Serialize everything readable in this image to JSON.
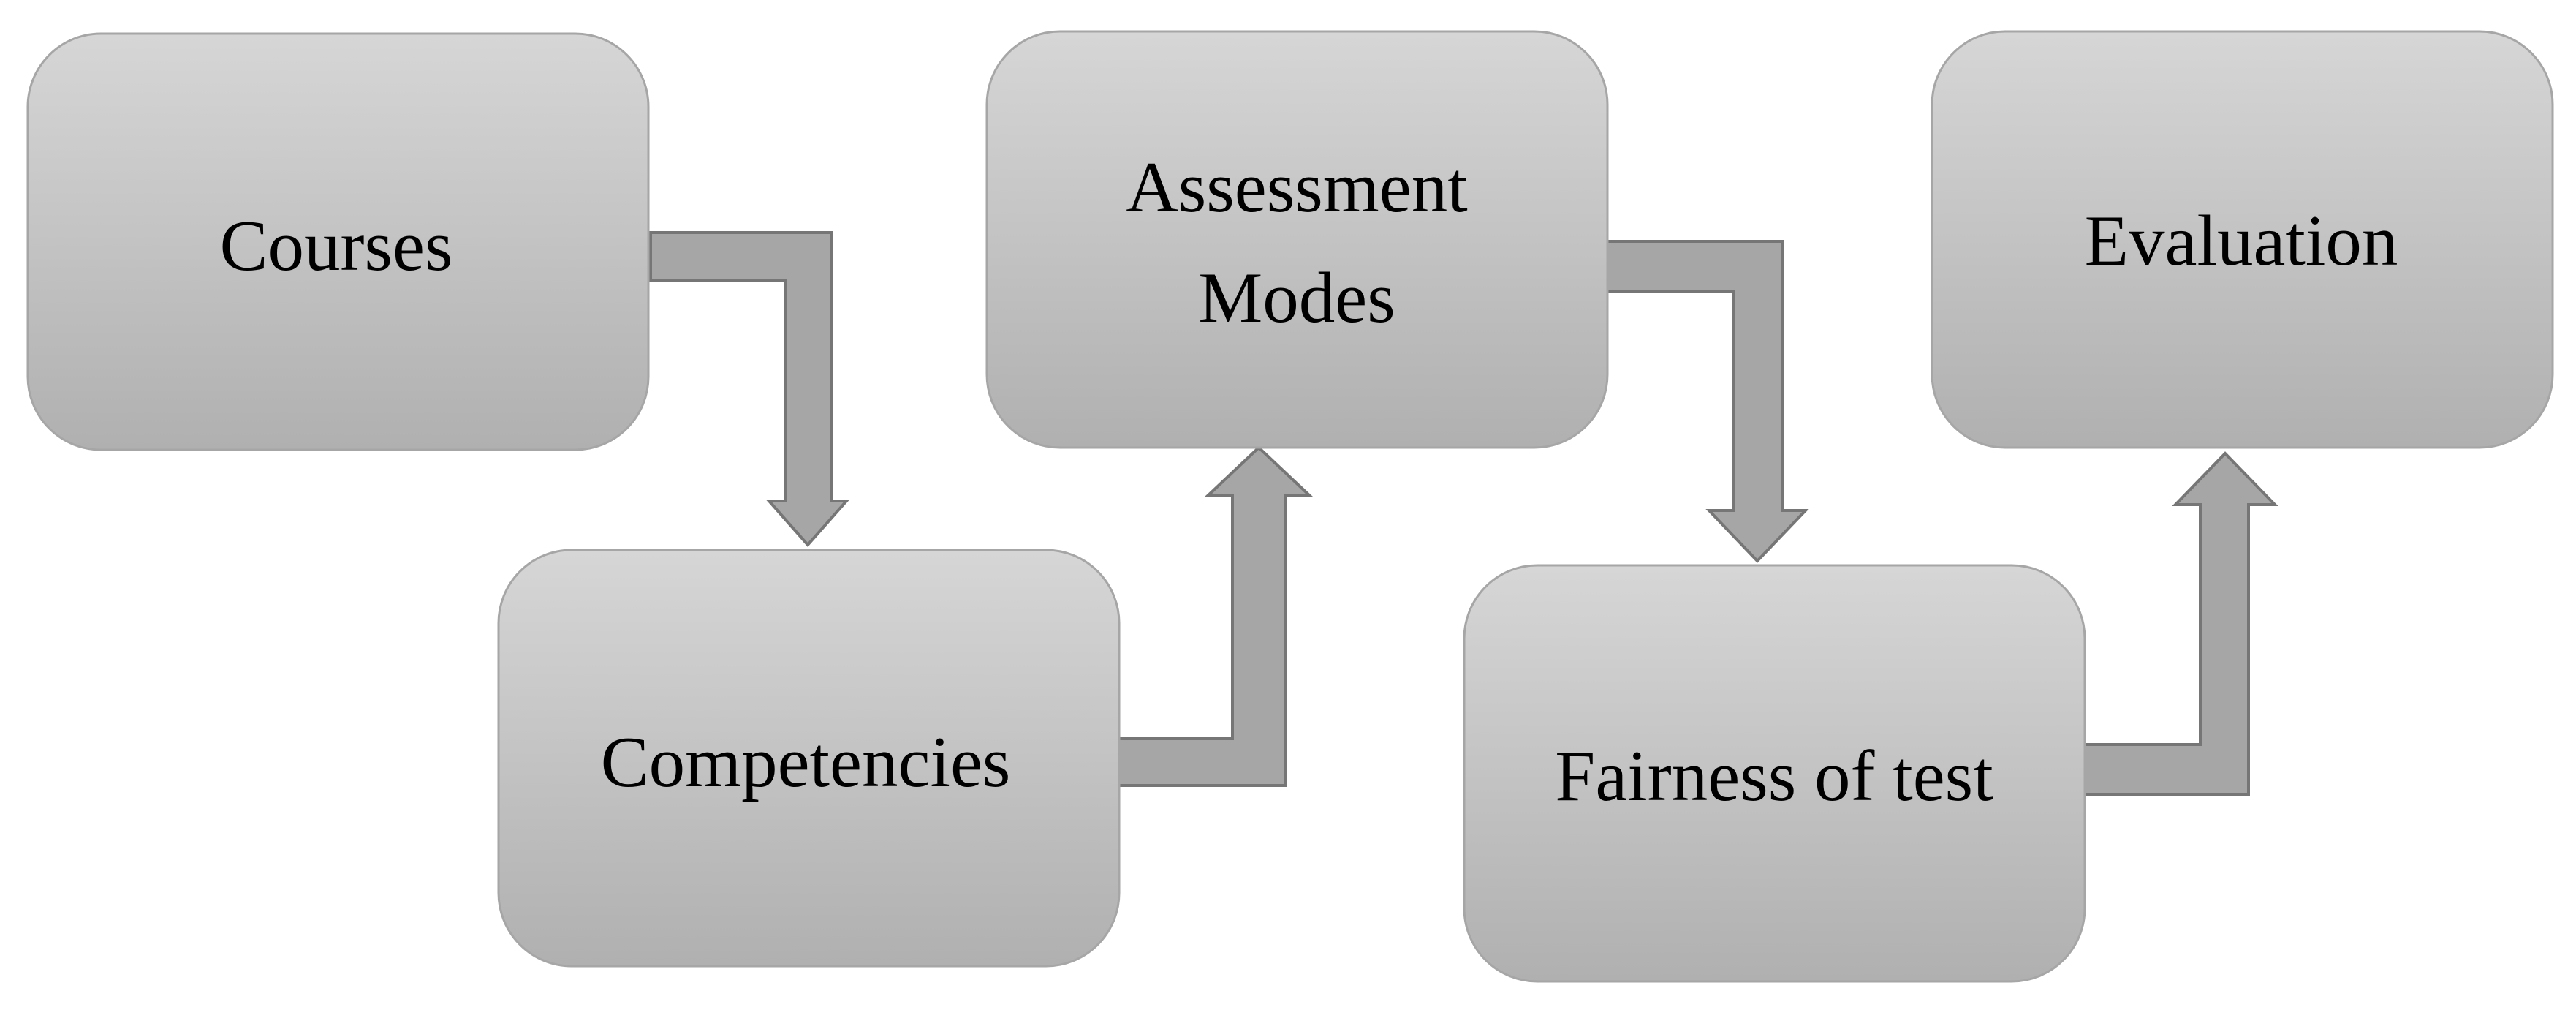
{
  "diagram": {
    "boxes": {
      "courses": {
        "label": "Courses"
      },
      "competencies": {
        "label": "Competencies"
      },
      "assessment_modes": {
        "label_line1": "Assessment",
        "label_line2": "Modes"
      },
      "fairness_of_test": {
        "label": "Fairness of test"
      },
      "evaluation": {
        "label": "Evaluation"
      }
    },
    "colors": {
      "box_gradient_top": "#d6d6d6",
      "box_gradient_bottom": "#b0b0b0",
      "box_border": "#a6a6a6",
      "arrow_fill": "#a6a6a6",
      "arrow_border": "#767676",
      "text": "#000000",
      "background": "#ffffff"
    }
  }
}
